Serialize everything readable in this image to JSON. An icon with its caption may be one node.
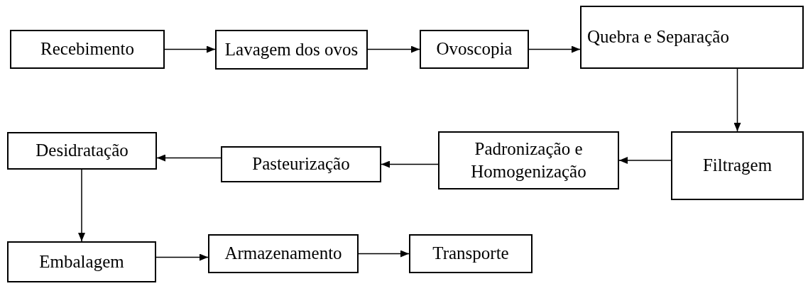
{
  "diagram": {
    "nodes": [
      {
        "text": [
          "Recebimento"
        ]
      },
      {
        "text": [
          "Lavagem dos ovos"
        ]
      },
      {
        "text": [
          "Ovoscopia"
        ]
      },
      {
        "text": [
          "Quebra e Separação"
        ]
      },
      {
        "text": [
          "Filtragem"
        ]
      },
      {
        "text": [
          "Padronização e Homogenização"
        ]
      },
      {
        "text": [
          "Pasteurização"
        ]
      },
      {
        "text": [
          "Desidratação"
        ]
      },
      {
        "text": [
          "Embalagem"
        ]
      },
      {
        "text": [
          "Armazenamento"
        ]
      },
      {
        "text": [
          "Transporte"
        ]
      }
    ],
    "edges": [
      {
        "from": 0,
        "to": 1,
        "arrow": "to"
      },
      {
        "from": 1,
        "to": 2,
        "arrow": "to"
      },
      {
        "from": 2,
        "to": 3,
        "arrow": "to"
      },
      {
        "from": 3,
        "to": 4,
        "arrow": "to"
      },
      {
        "from": 4,
        "to": 5,
        "arrow": "to"
      },
      {
        "from": 5,
        "to": 6,
        "arrow": "to"
      },
      {
        "from": 6,
        "to": 7,
        "arrow": "to"
      },
      {
        "from": 7,
        "to": 8,
        "arrow": "to"
      },
      {
        "from": 8,
        "to": 9,
        "arrow": "to"
      },
      {
        "from": 9,
        "to": 10,
        "arrow": "to"
      }
    ]
  }
}
